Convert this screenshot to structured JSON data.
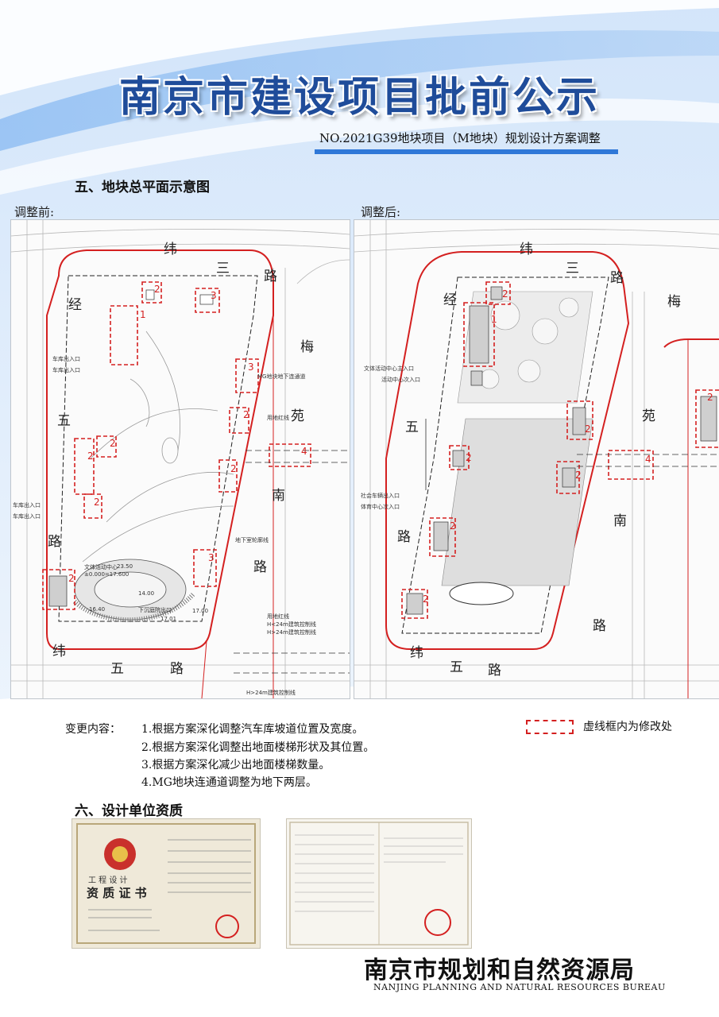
{
  "header": {
    "title": "南京市建设项目批前公示",
    "subtitle": "NO.2021G39地块项目（M地块）规划设计方案调整"
  },
  "section5": {
    "heading": "五、地块总平面示意图",
    "before_label": "调整前:",
    "after_label": "调整后:"
  },
  "roads": {
    "weisan": [
      "纬",
      "三",
      "路"
    ],
    "jingwu": [
      "经",
      "五",
      "路"
    ],
    "meiyuannan": [
      "梅",
      "苑",
      "南",
      "路"
    ],
    "weiwu": [
      "纬",
      "五",
      "路"
    ]
  },
  "before_annotations": {
    "entrance1": "车库出入口",
    "entrance2": "车库出入口",
    "entrance3": "车库出入口",
    "entrance4": "车库出入口",
    "underpass": "MG地块地下连通道",
    "redline": "用地红线",
    "underground": "地下室轮廓线",
    "control1": "H<24m建筑控制线",
    "control2": "H>24m建筑控制线",
    "center": "文体活动中心",
    "elev1": "±0.000=17.600",
    "elev2": "23.50",
    "elev3": "14.00",
    "elev4": "17.01",
    "elev5": "17.00",
    "elev6": "16.40",
    "exit": "下沉庭院出口"
  },
  "after_annotations": {
    "entrance1": "文体活动中心主入口",
    "entrance2": "活动中心次入口",
    "entrance3": "社会车辆出入口",
    "entrance4": "体育中心次入口"
  },
  "dashed_marks": {
    "before": [
      "2",
      "3",
      "1",
      "3",
      "2",
      "4",
      "2",
      "2",
      "2",
      "2",
      "3",
      "2"
    ],
    "after": [
      "2",
      "1",
      "2",
      "2",
      "4",
      "2",
      "2",
      "2",
      "2"
    ]
  },
  "changes": {
    "label": "变更内容：",
    "items": [
      "1.根据方案深化调整汽车库坡道位置及宽度。",
      "2.根据方案深化调整出地面楼梯形状及其位置。",
      "3.根据方案深化减少出地面楼梯数量。",
      "4.MG地块连通道调整为地下两层。"
    ],
    "legend": "虚线框内为修改处"
  },
  "section6": {
    "heading": "六、设计单位资质",
    "cert_line1": "工 程 设 计",
    "cert_line2": "资 质 证 书"
  },
  "footer": {
    "name_cn": "南京市规划和自然资源局",
    "name_en": "NANJING PLANNING AND NATURAL RESOURCES BUREAU"
  },
  "colors": {
    "title": "#1f4c9a",
    "accent_bar": "#2f78d8",
    "redline": "#d42020"
  }
}
